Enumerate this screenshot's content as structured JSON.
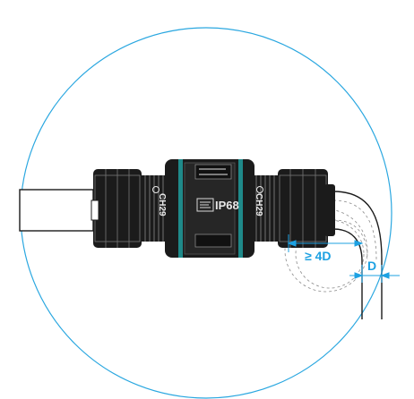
{
  "labels": {
    "ip_rating": "IP68",
    "wrench_left": "CH29",
    "wrench_right": "CH29",
    "min_bend_radius": "≥ 4D",
    "cable_diameter": "D"
  },
  "colors": {
    "circle": "#2aa7e0",
    "dimension": "#1da1e2",
    "seal_ring": "#1f8a8a",
    "body": "#1b1b1b"
  }
}
